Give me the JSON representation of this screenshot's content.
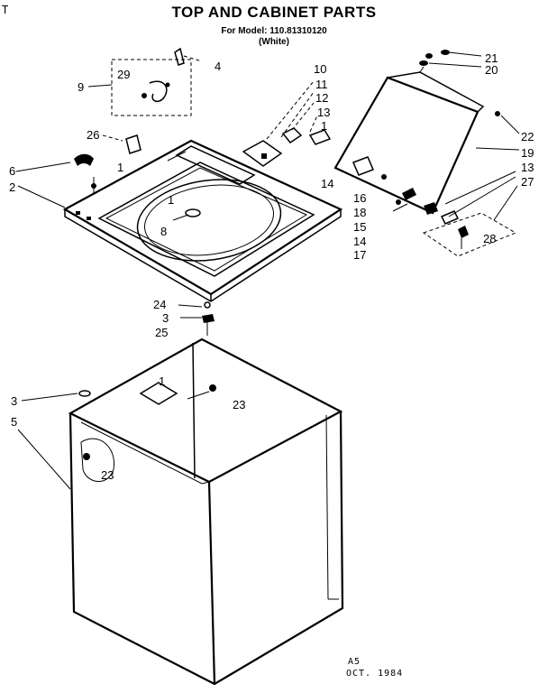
{
  "header": {
    "corner_mark": "T",
    "title": "TOP AND CABINET PARTS",
    "model_line": "For Model: 110.81310120",
    "color_line": "(White)"
  },
  "footer": {
    "code": "A5",
    "date": "OCT. 1984"
  },
  "callouts": {
    "c1a": "1",
    "c1b": "1",
    "c1c": "1",
    "c1d": "1",
    "c2": "2",
    "c3a": "3",
    "c3b": "3",
    "c4": "4",
    "c5": "5",
    "c6": "6",
    "c8": "8",
    "c9": "9",
    "c10": "10",
    "c11": "11",
    "c12": "12",
    "c13a": "13",
    "c13b": "13",
    "c14a": "14",
    "c14b": "14",
    "c15": "15",
    "c16": "16",
    "c17": "17",
    "c18": "18",
    "c19": "19",
    "c20": "20",
    "c21": "21",
    "c22": "22",
    "c23a": "23",
    "c23b": "23",
    "c24": "24",
    "c25": "25",
    "c26": "26",
    "c27": "27",
    "c28": "28",
    "c29": "29"
  }
}
